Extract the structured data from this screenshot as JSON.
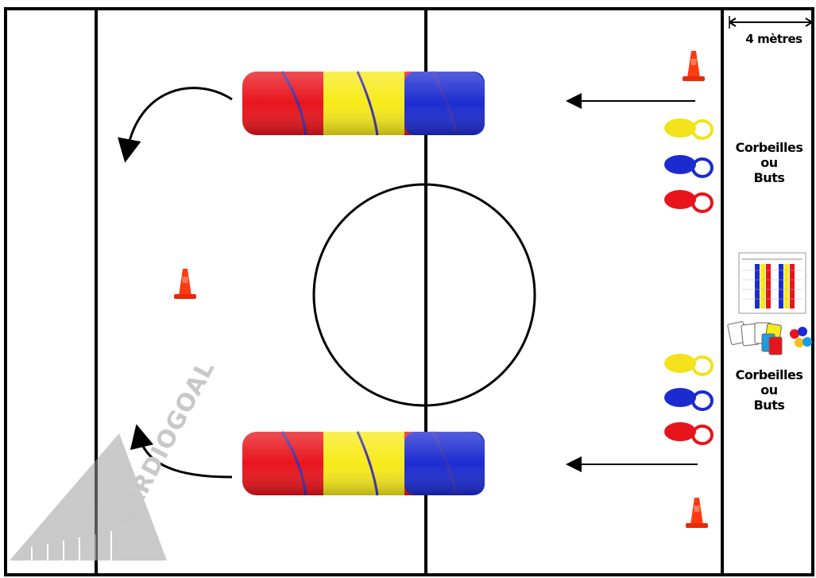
{
  "distance_label": "4 mètres",
  "zones": [
    {
      "line1": "Corbeilles",
      "line2": "ou",
      "line3": "Buts"
    },
    {
      "line1": "Corbeilles",
      "line2": "ou",
      "line3": "Buts"
    }
  ],
  "watermark": "CARDIOGOAL",
  "colors": {
    "red": "#e8141c",
    "yellow": "#f7ea1a",
    "blue": "#1c2bd0",
    "cone": "#ff3a12",
    "line": "#000000"
  },
  "icons": [
    "traffic-cone-icon",
    "ring-toss-ring-icon",
    "play-tunnel-icon",
    "score-sheet-icon",
    "number-cards-icon",
    "balls-icon",
    "arrow-icon"
  ]
}
